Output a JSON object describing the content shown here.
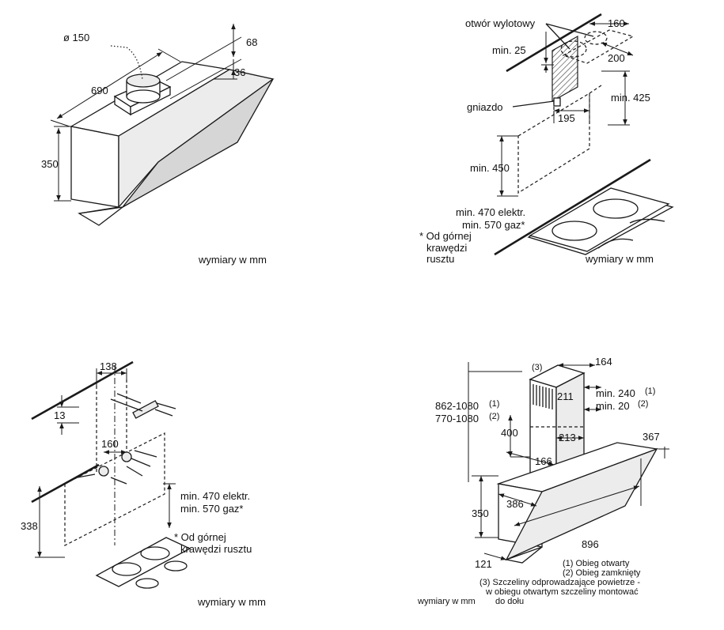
{
  "panel1": {
    "dia": "ø 150",
    "width": "690",
    "top_68": "68",
    "top_36": "36",
    "height": "350",
    "units": "wymiary w mm"
  },
  "panel2": {
    "outlet": "otwór wylotowy",
    "min25": "min. 25",
    "w160": "160",
    "w200": "200",
    "min425": "min. 425",
    "socket": "gniazdo",
    "w195": "195",
    "min450": "min. 450",
    "min470": "min. 470 elektr.",
    "min570": "min. 570 gaz*",
    "note_l1": "* Od górnej",
    "note_l2": "krawędzi",
    "note_l3": "rusztu",
    "units": "wymiary w mm"
  },
  "panel3": {
    "w138": "138",
    "h13": "13",
    "w160": "160",
    "min470": "min. 470 elektr.",
    "min570": "min. 570 gaz*",
    "h338": "338",
    "note_l1": "* Od górnej",
    "note_l2": "krawędzi rusztu",
    "units": "wymiary w mm"
  },
  "panel4": {
    "ref3": "(3)",
    "w164": "164",
    "h862": "862-1080",
    "sup1a": "(1)",
    "h770": "770-1080",
    "sup2a": "(2)",
    "w211": "211",
    "min240": "min. 240",
    "sup1b": "(1)",
    "min20": "min. 20",
    "sup2b": "(2)",
    "h400": "400",
    "w213": "213",
    "w166": "166",
    "h367": "367",
    "w386": "386",
    "h350": "350",
    "w896": "896",
    "w121": "121",
    "leg1": "(1) Obieg otwarty",
    "leg2": "(2) Obieg zamknięty",
    "leg3a": "(3) Szczeliny odprowadzające powietrze -",
    "leg3b": "w obiegu otwartym szczeliny montować",
    "leg3c": "do dołu",
    "units": "wymiary w mm"
  }
}
